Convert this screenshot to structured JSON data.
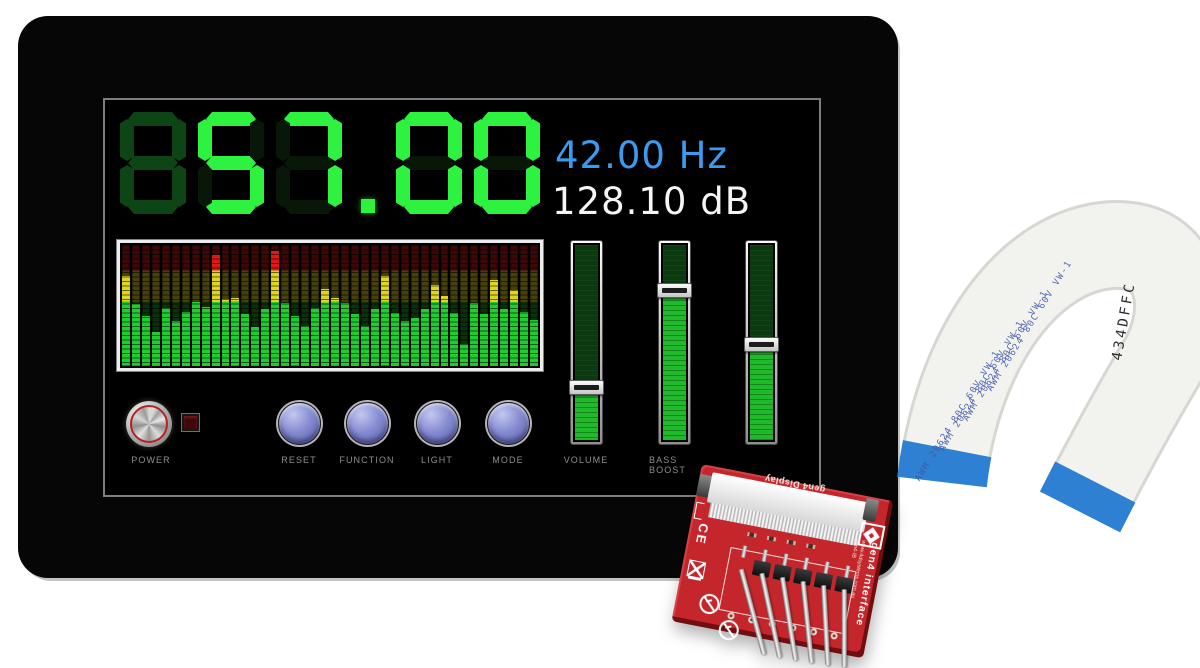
{
  "device": {
    "screen": {
      "seven_segment": {
        "text": "057.00",
        "ghost_digits": 1,
        "ghost_style": "all-segments-dim"
      },
      "frequency_readout": {
        "value": "42.00",
        "unit": "Hz",
        "text": "42.00 Hz",
        "color": "#3b9bee"
      },
      "level_readout": {
        "value": "128.10",
        "unit": "dB",
        "text": "128.10 dB",
        "color": "#f5f5f5"
      },
      "accent_green": "#2df23f",
      "ghost_green": "#0d4517",
      "spectrum_analyzer": {
        "bars_percent": [
          74,
          51,
          41,
          28,
          48,
          37,
          45,
          53,
          49,
          92,
          55,
          56,
          43,
          32,
          47,
          95,
          52,
          41,
          33,
          48,
          64,
          56,
          52,
          43,
          33,
          47,
          74,
          44,
          37,
          40,
          47,
          67,
          58,
          44,
          18,
          52,
          43,
          71,
          47,
          63,
          45,
          38
        ],
        "zone_colors": {
          "red": "#e31717",
          "yellow": "#e0d51d",
          "green": "#1fcd31"
        },
        "dim_zone_colors": {
          "red": "#3f0808",
          "yellow": "#46400a",
          "green": "#0a300c"
        },
        "zone_stops_percent": {
          "red_until": 21,
          "yellow_until": 47
        }
      },
      "sliders": [
        {
          "label": "VOLUME",
          "label_lines": [
            "VOLUME"
          ],
          "value_percent": 27
        },
        {
          "label": "BASS BOOST",
          "label_lines": [
            "BASS",
            "BOOST"
          ],
          "value_percent": 77
        },
        {
          "label": "",
          "label_lines": [],
          "value_percent": 49
        }
      ],
      "power": {
        "label": "POWER",
        "indicator_color": "#3f090b"
      },
      "buttons": [
        {
          "label": "RESET"
        },
        {
          "label": "FUNCTION"
        },
        {
          "label": "LIGHT"
        },
        {
          "label": "MODE"
        }
      ]
    }
  },
  "pcb": {
    "top_marking": "gen4 Display",
    "side_marking_primary": "gen4 interface",
    "side_marking_url": "www.4dsystems.com.au",
    "side_marking_model": "gen4-IB",
    "ce_marking": "CE",
    "board_color": "#c4262b"
  },
  "ffc_cable": {
    "marking_text": "AWM 20624 80C 60V VW-1",
    "marking_repeats": 4,
    "end_code": "434DFFC",
    "stiffener_color": "#2e80d2"
  }
}
